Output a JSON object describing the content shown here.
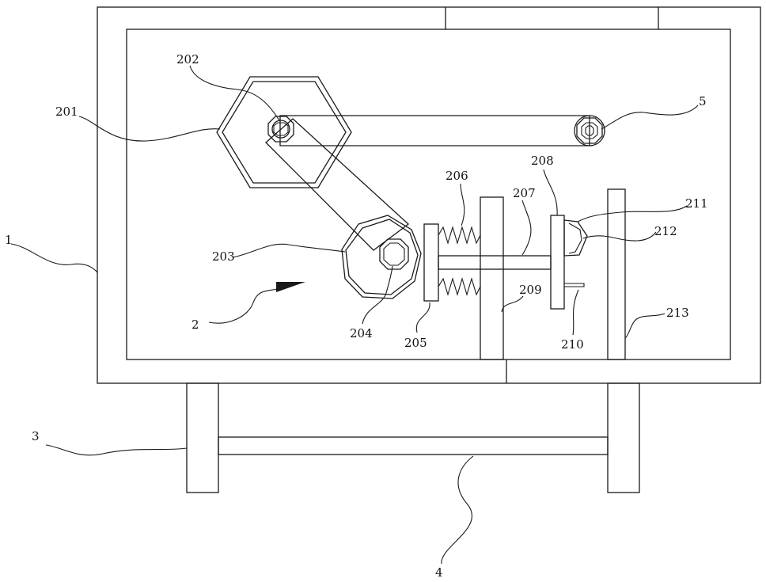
{
  "figure": {
    "labels": {
      "frame": "1",
      "drive_mechanism": "2",
      "leg": "3",
      "crossbar": "4",
      "pivot_right": "5",
      "hex_plate": "201",
      "pivot_upper": "202",
      "cam_disc": "203",
      "cam_hub": "204",
      "push_plate": "205",
      "spring": "206",
      "push_rod": "207",
      "slider_block": "208",
      "guide_post": "209",
      "bracket": "210",
      "tool_head": "211",
      "tip": "212",
      "stand_post": "213"
    }
  }
}
